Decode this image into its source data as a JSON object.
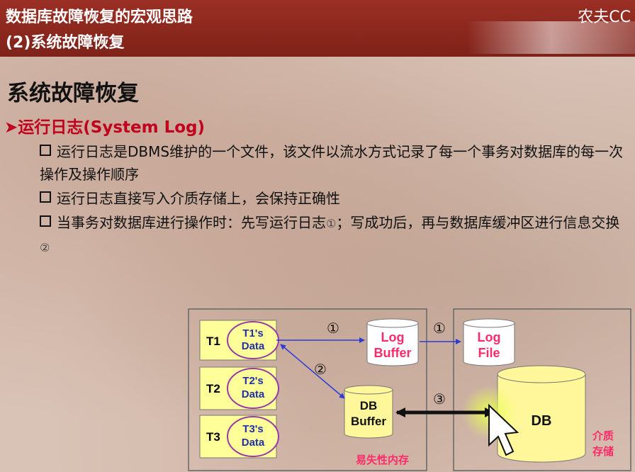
{
  "header": {
    "line1": "数据库故障恢复的宏观思路",
    "line2": "(2)系统故障恢复",
    "watermark": "农夫CC"
  },
  "slide": {
    "title": "系统故障恢复",
    "bullet": "➤运行日志(System Log)",
    "points": [
      "运行日志是DBMS维护的一个文件，该文件以流水方式记录了每一个事务对数据库的每一次操作及操作顺序",
      "运行日志直接写入介质存储上，会保持正确性",
      "当事务对数据库进行操作时：先写运行日志",
      "；写成功后，再与数据库缓冲区进行信息交换"
    ],
    "circled_1": "①",
    "circled_2": "②"
  },
  "diagram": {
    "transactions": [
      {
        "label": "T1",
        "data": [
          "T1's",
          "Data"
        ]
      },
      {
        "label": "T2",
        "data": [
          "T2's",
          "Data"
        ]
      },
      {
        "label": "T3",
        "data": [
          "T3's",
          "Data"
        ]
      }
    ],
    "log_buffer": [
      "Log",
      "Buffer"
    ],
    "log_file": [
      "Log",
      "File"
    ],
    "db_buffer": [
      "DB",
      "Buffer"
    ],
    "db": "DB",
    "step1": "①",
    "step1b": "①",
    "step2": "②",
    "step3": "③",
    "volatile_label": "易失性内存",
    "media_label": [
      "介质",
      "存储"
    ],
    "colors": {
      "box_fill": "#ffff99",
      "cylinder_fill": "#fff799",
      "label_red": "#ff2a6a",
      "arrow_blue": "#2f3bd6"
    }
  }
}
